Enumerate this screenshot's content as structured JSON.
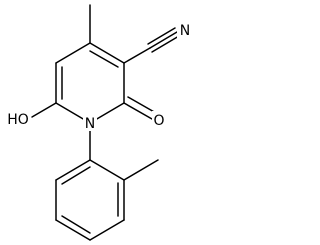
{
  "molecule": {
    "atom_labels": {
      "nitrogen_ring": "N",
      "nitrogen_nitrile": "N",
      "oxygen_carbonyl": "O",
      "hydroxyl": "HO"
    },
    "colors": {
      "bond": "#000000",
      "text": "#000000",
      "background": "#ffffff"
    }
  }
}
